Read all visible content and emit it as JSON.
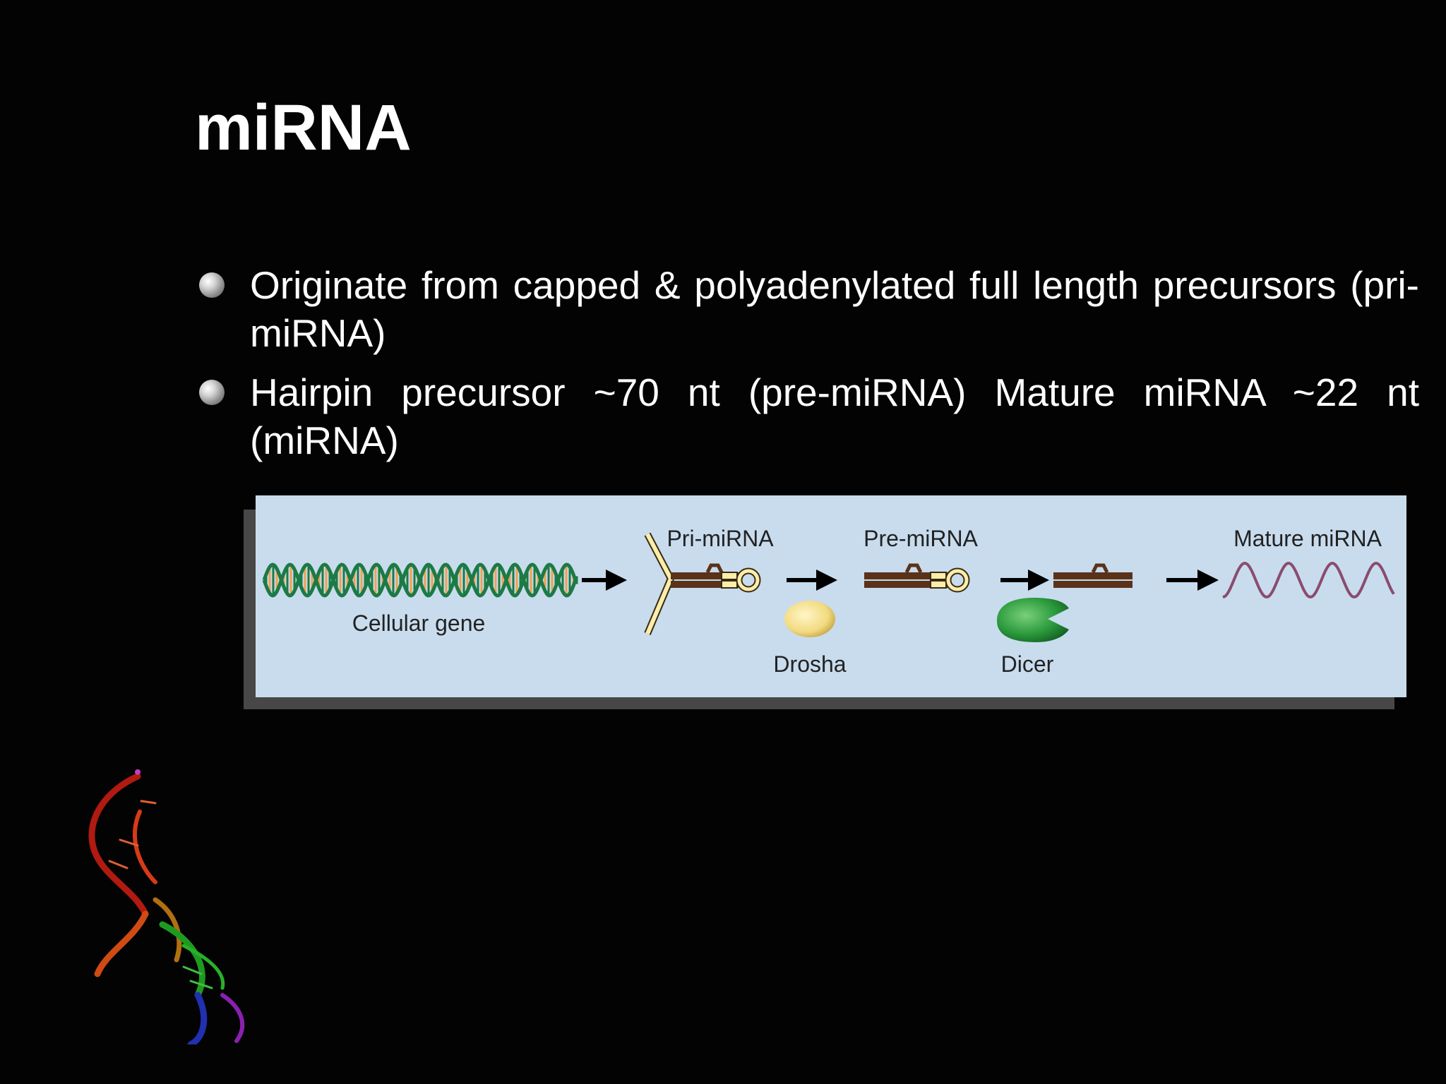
{
  "slide": {
    "title": "miRNA",
    "bullets": [
      {
        "text": "Originate from capped & polyadenylated full length precursors (pri-miRNA)"
      },
      {
        "text": "Hairpin precursor ~70 nt (pre-miRNA) Mature miRNA ~22 nt (miRNA)"
      }
    ]
  },
  "diagram": {
    "labels": {
      "cellular_gene": "Cellular gene",
      "pri_mirna": "Pri-miRNA",
      "pre_mirna": "Pre-miRNA",
      "mature_mirna": "Mature miRNA",
      "drosha": "Drosha",
      "dicer": "Dicer"
    },
    "colors": {
      "panel": "#c8dcee",
      "rna": "#5a3219",
      "arrow": "#000000",
      "dna_green": "#1c7a45",
      "dna_orange": "#f0a050",
      "drosha": "#f2da80",
      "dicer": "#2a9a3c",
      "mature_strand": "#b07a9a"
    }
  }
}
